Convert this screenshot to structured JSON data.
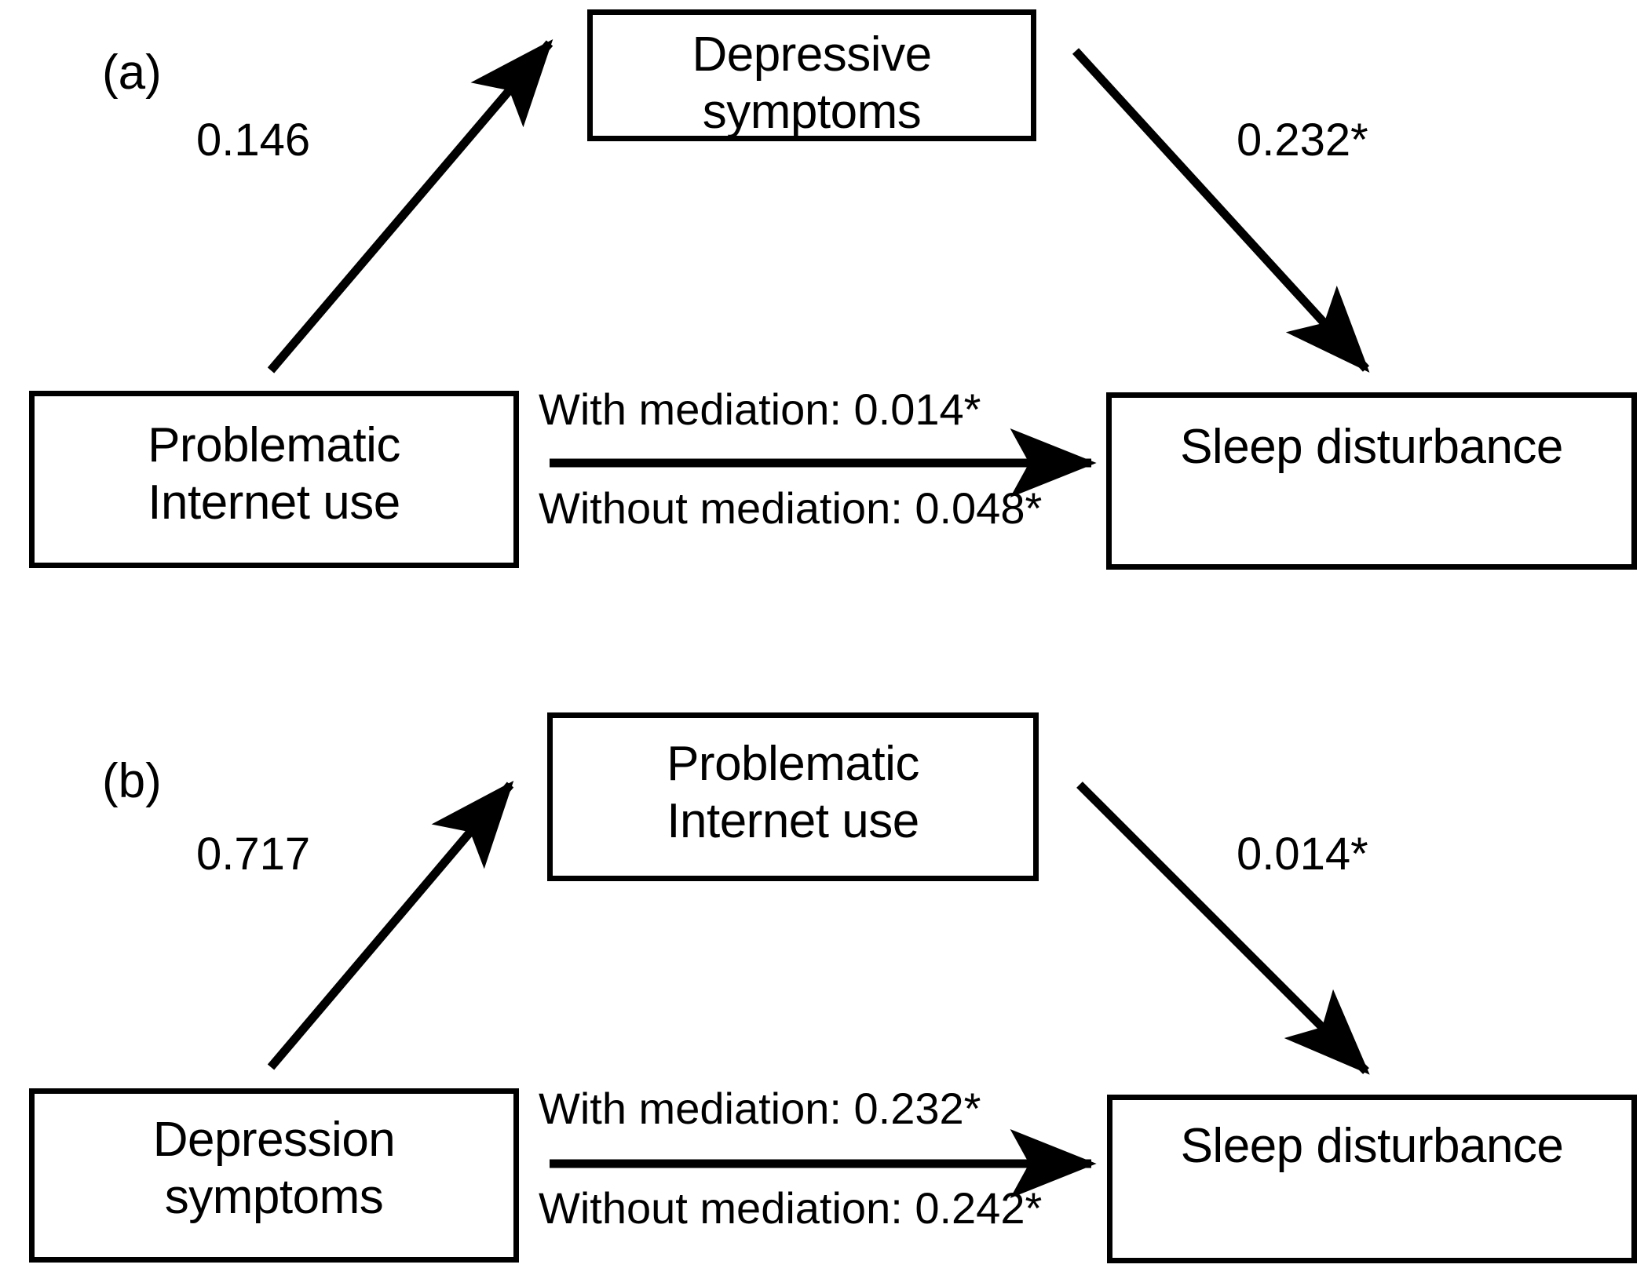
{
  "figure": {
    "background_color": "#ffffff",
    "stroke_color": "#000000",
    "panels": [
      {
        "letter": "(a)",
        "nodes": {
          "predictor": "Problematic\nInternet use",
          "mediator": "Depressive\nsymptoms",
          "outcome": "Sleep disturbance"
        },
        "paths": {
          "a_path": "0.146",
          "b_path": "0.232*",
          "c_prime_with_mediation": "With mediation: 0.014*",
          "c_without_mediation": "Without mediation: 0.048*"
        }
      },
      {
        "letter": "(b)",
        "nodes": {
          "predictor": "Depression\nsymptoms",
          "mediator": "Problematic\nInternet use",
          "outcome": "Sleep disturbance"
        },
        "paths": {
          "a_path": "0.717",
          "b_path": "0.014*",
          "c_prime_with_mediation": "With mediation: 0.232*",
          "c_without_mediation": "Without mediation: 0.242*"
        }
      }
    ]
  },
  "chart_data": {
    "type": "diagram",
    "title": "",
    "subtype": "mediation-path-diagram",
    "panels": [
      {
        "id": "a",
        "label": "(a)",
        "nodes": [
          "Problematic Internet use",
          "Depressive symptoms",
          "Sleep disturbance"
        ],
        "edges": [
          {
            "from": "Problematic Internet use",
            "to": "Depressive symptoms",
            "coefficient": 0.146,
            "significant": false,
            "label": "0.146"
          },
          {
            "from": "Depressive symptoms",
            "to": "Sleep disturbance",
            "coefficient": 0.232,
            "significant": true,
            "label": "0.232*"
          },
          {
            "from": "Problematic Internet use",
            "to": "Sleep disturbance",
            "coefficient": 0.014,
            "significant": true,
            "label": "With mediation: 0.014*"
          },
          {
            "from": "Problematic Internet use",
            "to": "Sleep disturbance",
            "coefficient": 0.048,
            "significant": true,
            "label": "Without mediation: 0.048*"
          }
        ]
      },
      {
        "id": "b",
        "label": "(b)",
        "nodes": [
          "Depression symptoms",
          "Problematic Internet use",
          "Sleep disturbance"
        ],
        "edges": [
          {
            "from": "Depression symptoms",
            "to": "Problematic Internet use",
            "coefficient": 0.717,
            "significant": false,
            "label": "0.717"
          },
          {
            "from": "Problematic Internet use",
            "to": "Sleep disturbance",
            "coefficient": 0.014,
            "significant": true,
            "label": "0.014*"
          },
          {
            "from": "Depression symptoms",
            "to": "Sleep disturbance",
            "coefficient": 0.232,
            "significant": true,
            "label": "With mediation: 0.232*"
          },
          {
            "from": "Depression symptoms",
            "to": "Sleep disturbance",
            "coefficient": 0.242,
            "significant": true,
            "label": "Without mediation: 0.242*"
          }
        ]
      }
    ]
  }
}
